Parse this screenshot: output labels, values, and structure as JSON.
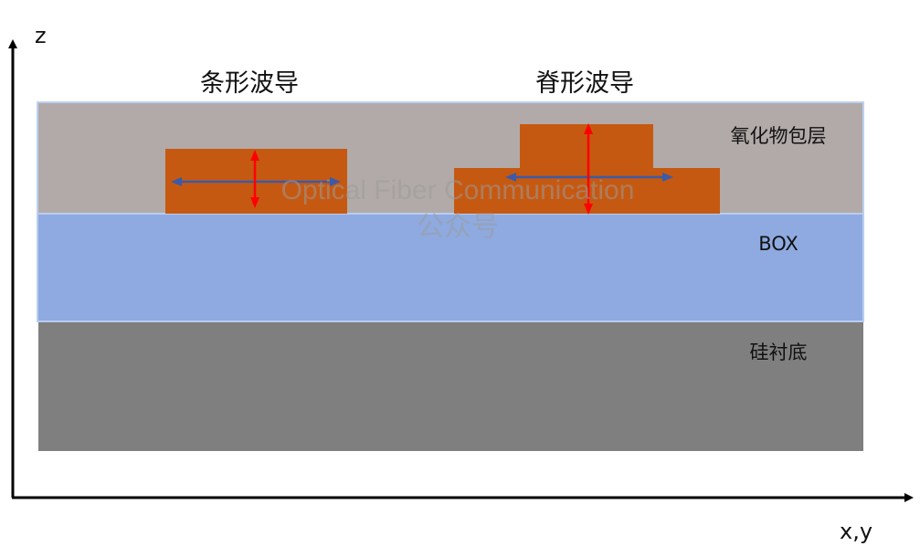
{
  "axes": {
    "z_label": "z",
    "xy_label": "x,y"
  },
  "headings": {
    "strip": "条形波导",
    "rib": "脊形波导"
  },
  "layers": {
    "cladding": "氧化物包层",
    "box": "BOX",
    "substrate": "硅衬底"
  },
  "watermark": {
    "line1": "Optical Fiber Communication",
    "line2": "公众号"
  },
  "colors": {
    "cladding": "#b1aaa8",
    "box": "#8eaae0",
    "box_border": "#b9cdf0",
    "substrate": "#7f7f7f",
    "waveguide": "#c65911",
    "arrow_vertical": "#ff0000",
    "arrow_horizontal": "#3b5aa8",
    "axis": "#000000"
  }
}
